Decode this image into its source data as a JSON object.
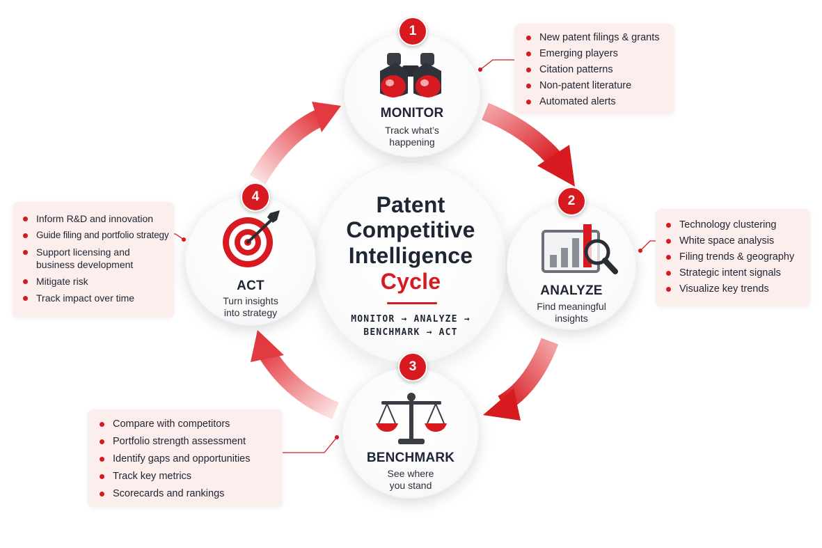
{
  "center": {
    "title_line1": "Patent",
    "title_line2": "Competitive",
    "title_line3": "Intelligence",
    "title_line4": "Cycle",
    "flow_line1": "MONITOR → ANALYZE →",
    "flow_line2": "BENCHMARK → ACT"
  },
  "stages": [
    {
      "number": "1",
      "title": "MONITOR",
      "subtitle_line1": "Track what’s",
      "subtitle_line2": "happening",
      "icon": "binoculars-icon",
      "points": [
        "New patent filings & grants",
        "Emerging players",
        "Citation patterns",
        "Non-patent literature",
        "Automated alerts"
      ]
    },
    {
      "number": "2",
      "title": "ANALYZE",
      "subtitle_line1": "Find meaningful",
      "subtitle_line2": "insights",
      "icon": "chart-magnifier-icon",
      "points": [
        "Technology clustering",
        "White space analysis",
        "Filing trends & geography",
        "Strategic intent signals",
        "Visualize key trends"
      ]
    },
    {
      "number": "3",
      "title": "BENCHMARK",
      "subtitle_line1": "See where",
      "subtitle_line2": "you stand",
      "icon": "scales-icon",
      "points": [
        "Compare with competitors",
        "Portfolio strength assessment",
        "Identify gaps and opportunities",
        "Track key metrics",
        "Scorecards and rankings"
      ]
    },
    {
      "number": "4",
      "title": "ACT",
      "subtitle_line1": "Turn insights",
      "subtitle_line2": "into strategy",
      "icon": "target-arrow-icon",
      "points": [
        "Inform R&D and innovation",
        "Guide filing and portfolio strategy",
        "Support licensing and business development",
        "Mitigate risk",
        "Track impact over time"
      ]
    }
  ],
  "colors": {
    "accent": "#d71920",
    "panel": "#fdeeee",
    "text": "#1e2633"
  }
}
